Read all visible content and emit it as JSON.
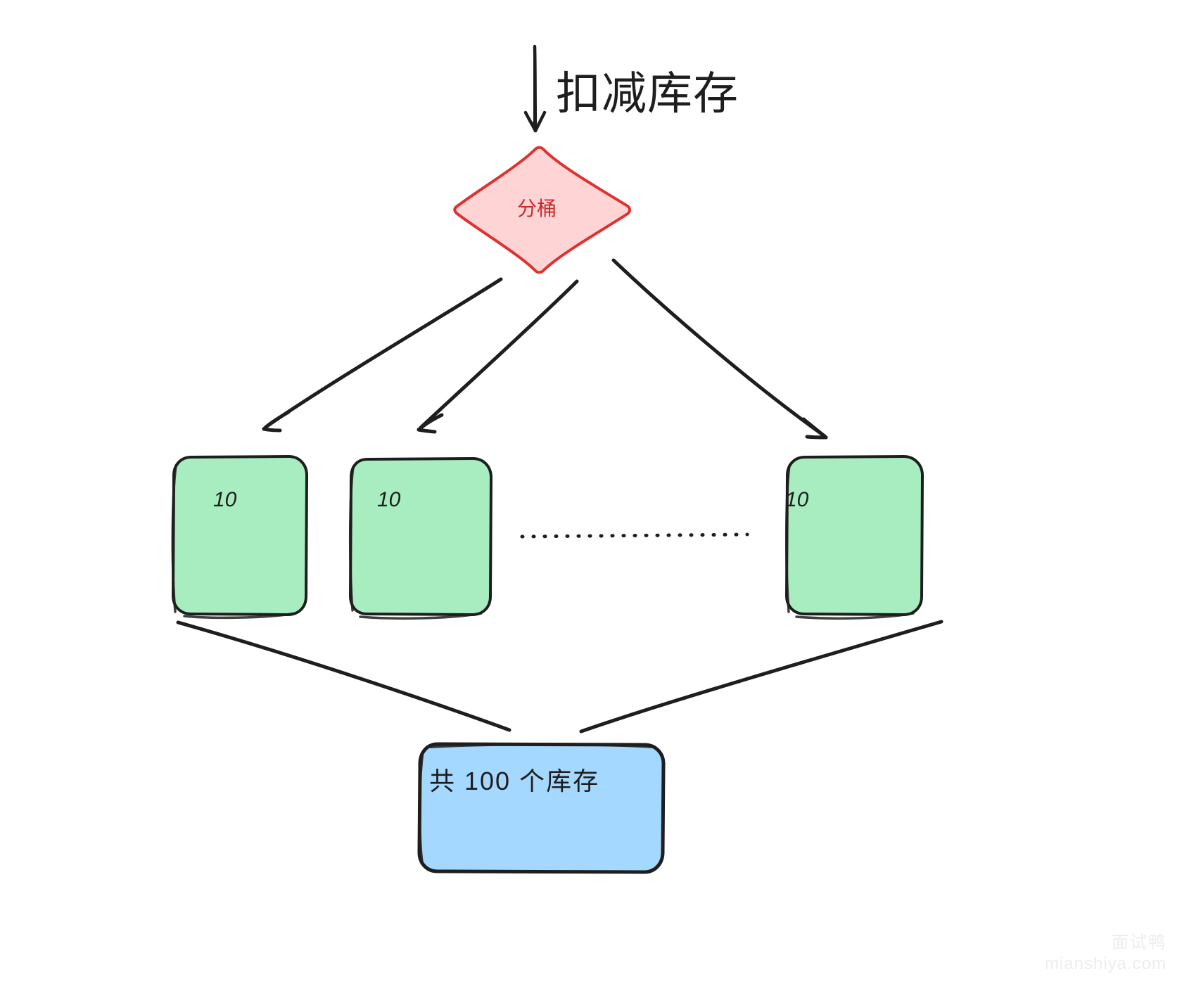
{
  "diagram": {
    "title_flow_label": "扣减库存",
    "decision": {
      "label": "分桶",
      "shape": "diamond",
      "fill": "#ffd4d4",
      "stroke": "#e03131",
      "text_color": "#c92a2a"
    },
    "buckets": [
      {
        "label": "10",
        "fill": "#a8edc0",
        "stroke": "#1e1e1e"
      },
      {
        "label": "10",
        "fill": "#a8edc0",
        "stroke": "#1e1e1e"
      },
      {
        "label": "10",
        "fill": "#a8edc0",
        "stroke": "#1e1e1e"
      }
    ],
    "ellipsis_style": "dotted-line",
    "total": {
      "label": "共 100 个库存",
      "fill": "#a5d8ff",
      "stroke": "#1e1e1e"
    },
    "arrow_color": "#1e1e1e"
  },
  "watermark": {
    "brand": "面试鸭",
    "url": "mianshiya.com",
    "color": "#ededed"
  }
}
